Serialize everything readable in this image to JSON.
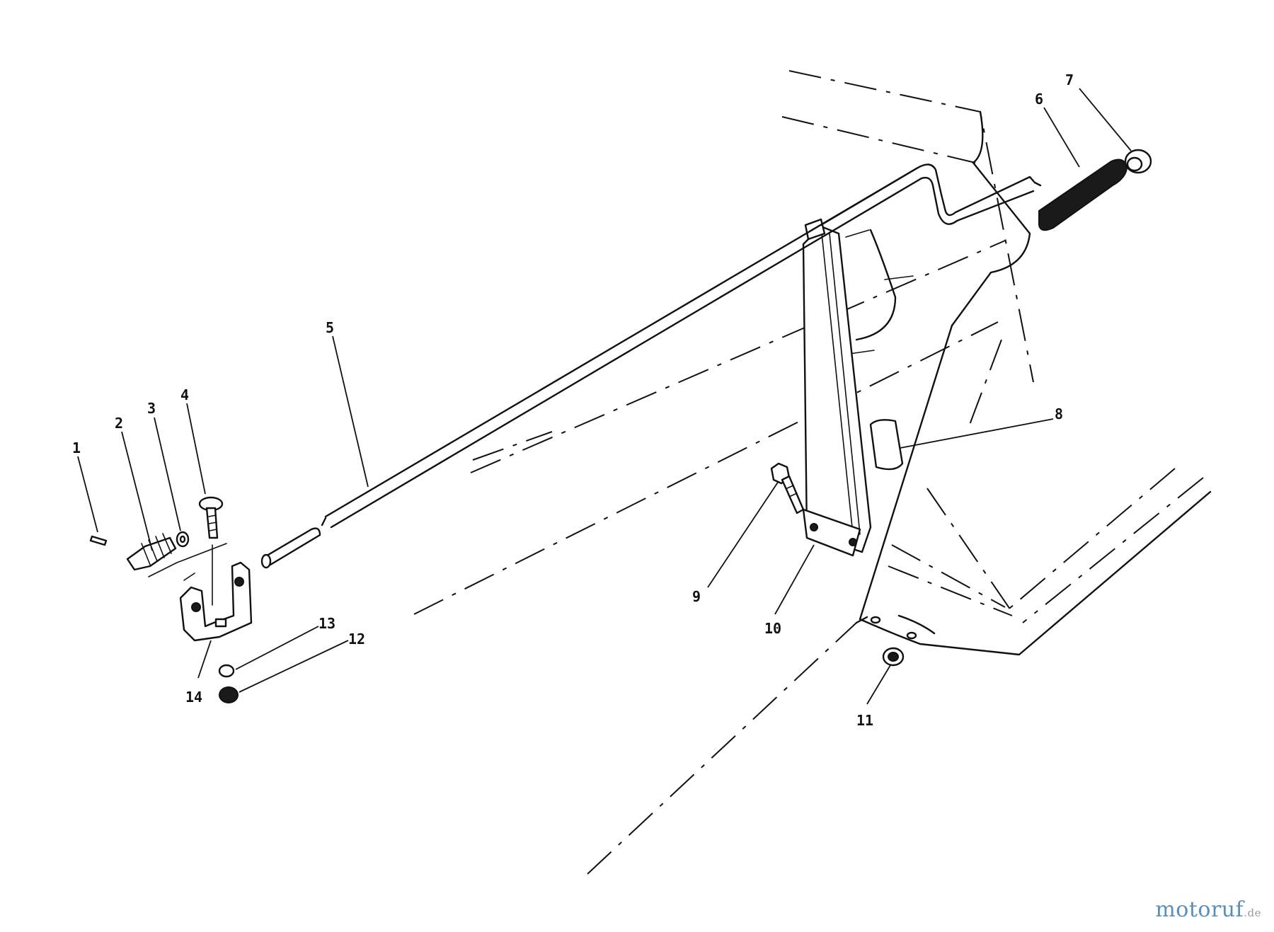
{
  "callouts": [
    {
      "id": "1",
      "label": "1"
    },
    {
      "id": "2",
      "label": "2"
    },
    {
      "id": "3",
      "label": "3"
    },
    {
      "id": "4",
      "label": "4"
    },
    {
      "id": "5",
      "label": "5"
    },
    {
      "id": "6",
      "label": "6"
    },
    {
      "id": "7",
      "label": "7"
    },
    {
      "id": "8",
      "label": "8"
    },
    {
      "id": "9",
      "label": "9"
    },
    {
      "id": "10",
      "label": "10"
    },
    {
      "id": "11",
      "label": "11"
    },
    {
      "id": "12",
      "label": "12"
    },
    {
      "id": "13",
      "label": "13"
    },
    {
      "id": "14",
      "label": "14"
    }
  ],
  "watermark": {
    "main": "motoruf",
    "suffix": ".de"
  },
  "colors": {
    "ink": "#111111",
    "background": "#ffffff",
    "watermark_main": "#5a8fb8",
    "watermark_suffix": "#9a9a9a"
  }
}
